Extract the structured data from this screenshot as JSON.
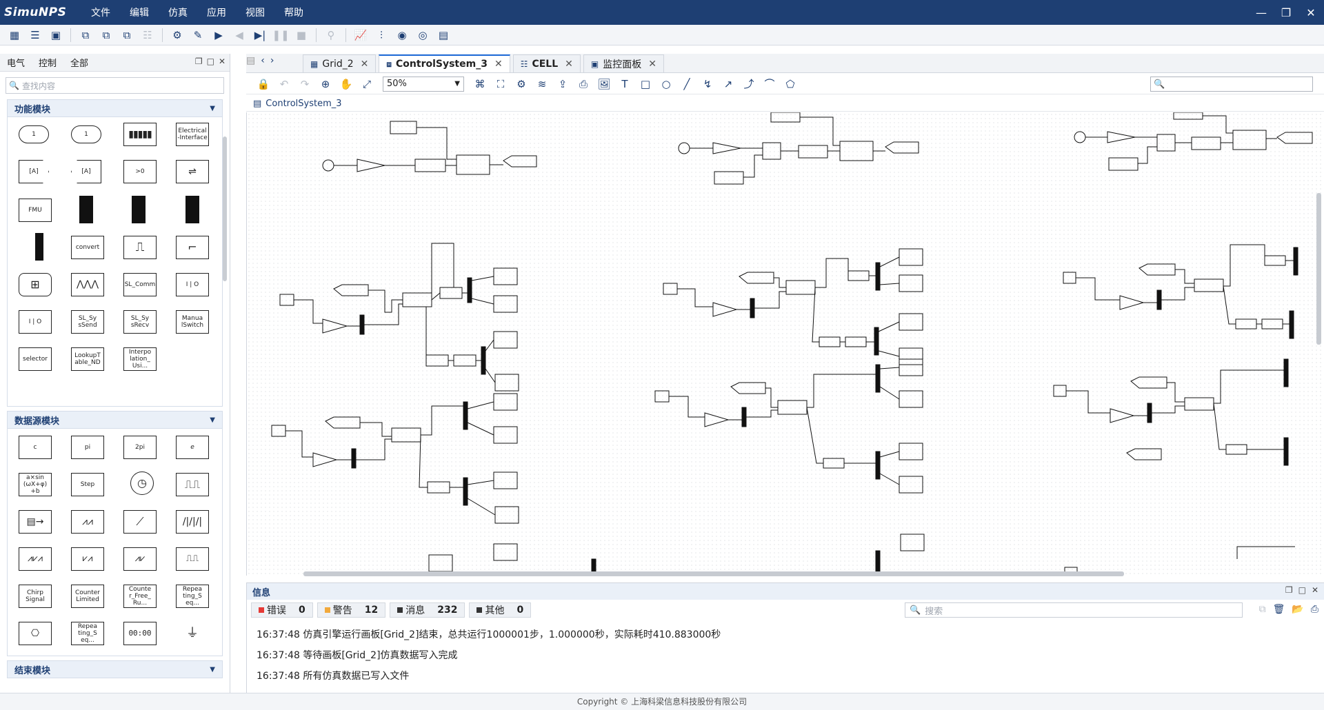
{
  "app": {
    "logo": "SimuNPS",
    "menu": [
      "文件",
      "编辑",
      "仿真",
      "应用",
      "视图",
      "帮助"
    ],
    "window_controls": [
      "minimize-icon",
      "restore-icon",
      "close-icon"
    ]
  },
  "toolbar": {
    "icons": [
      "grid-icon",
      "list-icon",
      "save-icon",
      "new-icon",
      "copy-icon",
      "paste-icon",
      "align-icon",
      "settings-icon",
      "edit-icon",
      "run-icon",
      "step-back-icon",
      "step-forward-icon",
      "pause-icon",
      "stop-icon",
      "debug-icon",
      "chart-icon",
      "tune-icon",
      "monitor-icon",
      "record-icon",
      "clock-icon"
    ]
  },
  "left_panel": {
    "tabs": [
      "电气",
      "控制",
      "全部"
    ],
    "search_placeholder": "查找内容",
    "categories": [
      {
        "title": "功能模块",
        "blocks": [
          "1",
          "1",
          "",
          "Electrical -Interface",
          "[A]",
          "[A]",
          ">0",
          "",
          "FMU",
          "",
          "",
          "",
          "",
          "convert",
          "",
          "",
          "",
          "",
          "SL_Comm",
          "I | O",
          "I | O",
          "SL_Sy sSend",
          "SL_Sy sRecv",
          "Manua lSwitch",
          "selector",
          "LookupT able_ND",
          "Interpo lation_ Usi..."
        ]
      },
      {
        "title": "数据源模块",
        "blocks": [
          "c",
          "pi",
          "2pi",
          "e",
          "a×sin (ωX+φ) +b",
          "Step",
          "",
          "",
          "",
          "",
          "",
          "",
          "",
          "",
          "",
          "",
          "Chirp Signal",
          "Counter Limited",
          "Counte r_Free_ Ru...",
          "Repea ting_S eq...",
          "",
          "Repea ting_S eq...",
          "00:00",
          ""
        ]
      },
      {
        "title": "结束模块",
        "blocks": []
      }
    ]
  },
  "doc_tabs": [
    {
      "label": "Grid_2",
      "active": false
    },
    {
      "label": "ControlSystem_3",
      "active": true
    },
    {
      "label": "CELL",
      "active": false
    },
    {
      "label": "监控面板",
      "active": false
    }
  ],
  "canvas_toolbar": {
    "zoom": "50%"
  },
  "breadcrumb": "ControlSystem_3",
  "info_panel": {
    "title": "信息",
    "filters": [
      {
        "label": "错误",
        "count": "0",
        "color": "#e53935"
      },
      {
        "label": "警告",
        "count": "12",
        "color": "#f2a93b"
      },
      {
        "label": "消息",
        "count": "232",
        "color": "#333333"
      },
      {
        "label": "其他",
        "count": "0",
        "color": "#333333"
      }
    ],
    "search_placeholder": "搜索",
    "messages": [
      "16:37:48 仿真引擎运行画板[Grid_2]结束，总共运行1000001步，1.000000秒，实际耗时410.883000秒",
      "16:37:48 等待画板[Grid_2]仿真数据写入完成",
      "16:37:48 所有仿真数据已写入文件"
    ]
  },
  "footer": "Copyright © 上海科梁信息科技股份有限公司",
  "colors": {
    "titlebar": "#1e3f73",
    "accent": "#1e6ad7"
  }
}
